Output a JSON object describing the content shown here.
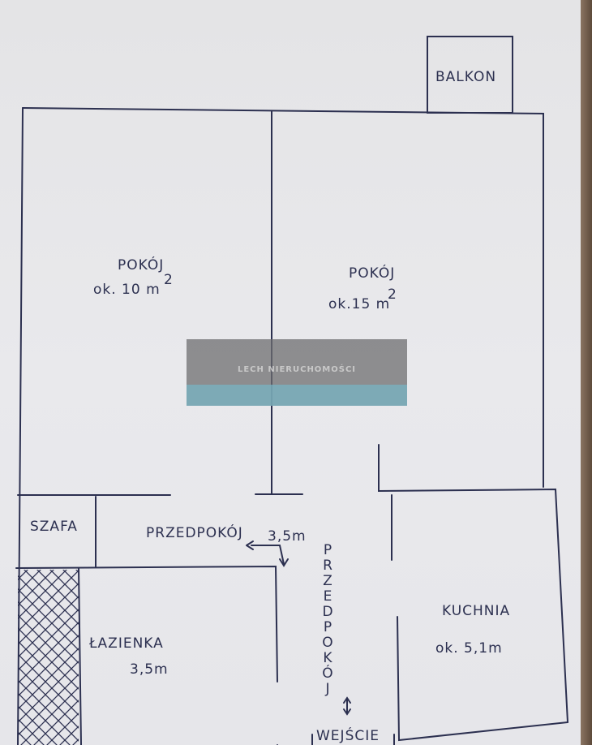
{
  "rooms": {
    "balkon": "BALKON",
    "pokoj1": {
      "name": "POKÓJ",
      "area": "ok. 10 m",
      "sup": "2"
    },
    "pokoj2": {
      "name": "POKÓJ",
      "area": "ok.15 m",
      "sup": "2"
    },
    "szafa": "SZAFA",
    "przedpokoj": {
      "name": "PRZEDPOKÓJ",
      "area": "3,5m"
    },
    "przedpokoj_vertical": "PRZEDPOKÓJ",
    "kuchnia": {
      "name": "KUCHNIA",
      "area": "ok. 5,1m"
    },
    "lazienka": {
      "name": "ŁAZIENKA",
      "area": "3,5m"
    },
    "wejscie": "WEJŚCIE"
  },
  "watermark": "LECH NIERUCHOMOŚCI",
  "colors": {
    "ink": "#2c3050",
    "paper": "#e6e6ea"
  }
}
